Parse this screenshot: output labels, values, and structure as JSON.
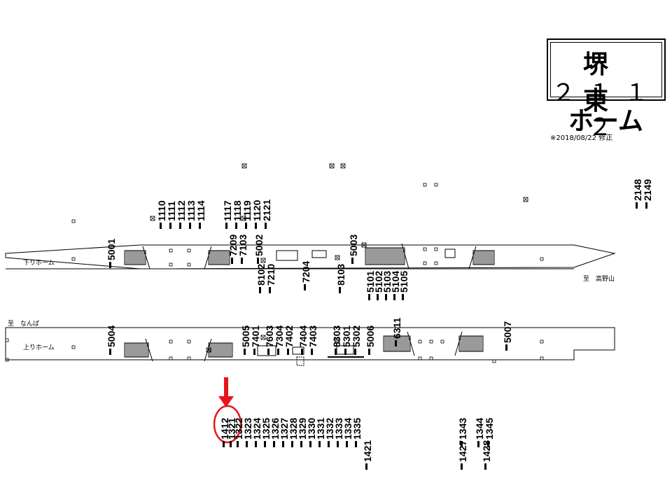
{
  "header": {
    "station": "堺 東",
    "code": "２１１２",
    "subtitle": "ホーム",
    "note": "※2018/08/22 修正"
  },
  "platforms": {
    "down": {
      "label": "下りホーム"
    },
    "up": {
      "label": "上りホーム"
    }
  },
  "directions": {
    "koyasan": "至　高野山",
    "namba": "至　なんば"
  },
  "colors": {
    "highlight": "#e8141b",
    "line": "#000000"
  },
  "numbers": {
    "top_group": [
      "1110",
      "1111",
      "1112",
      "1113",
      "1114"
    ],
    "top_group2": [
      "1117",
      "1118",
      "1119",
      "1120",
      "2121"
    ],
    "top_right": [
      "2148",
      "2149"
    ],
    "down_upper": [
      "5001",
      "7209",
      "7103",
      "5002",
      "5003"
    ],
    "down_lower": [
      "8102",
      "7210",
      "7204",
      "8103",
      "5101",
      "5102",
      "5103",
      "5104",
      "5105"
    ],
    "up_upper": [
      "5004",
      "5005",
      "7401",
      "7603",
      "7304",
      "7402",
      "7404",
      "7403",
      "8303",
      "5301",
      "5302",
      "5006",
      "6311",
      "5007"
    ],
    "bottom_group": [
      "1412",
      "1321",
      "1322",
      "1323",
      "1324",
      "1325",
      "1326",
      "1327",
      "1328",
      "1329",
      "1330",
      "1331",
      "1332",
      "1333",
      "1334",
      "1335"
    ],
    "bottom_extra": [
      "1421",
      "1343",
      "1427",
      "1344",
      "1345",
      "1428"
    ]
  }
}
